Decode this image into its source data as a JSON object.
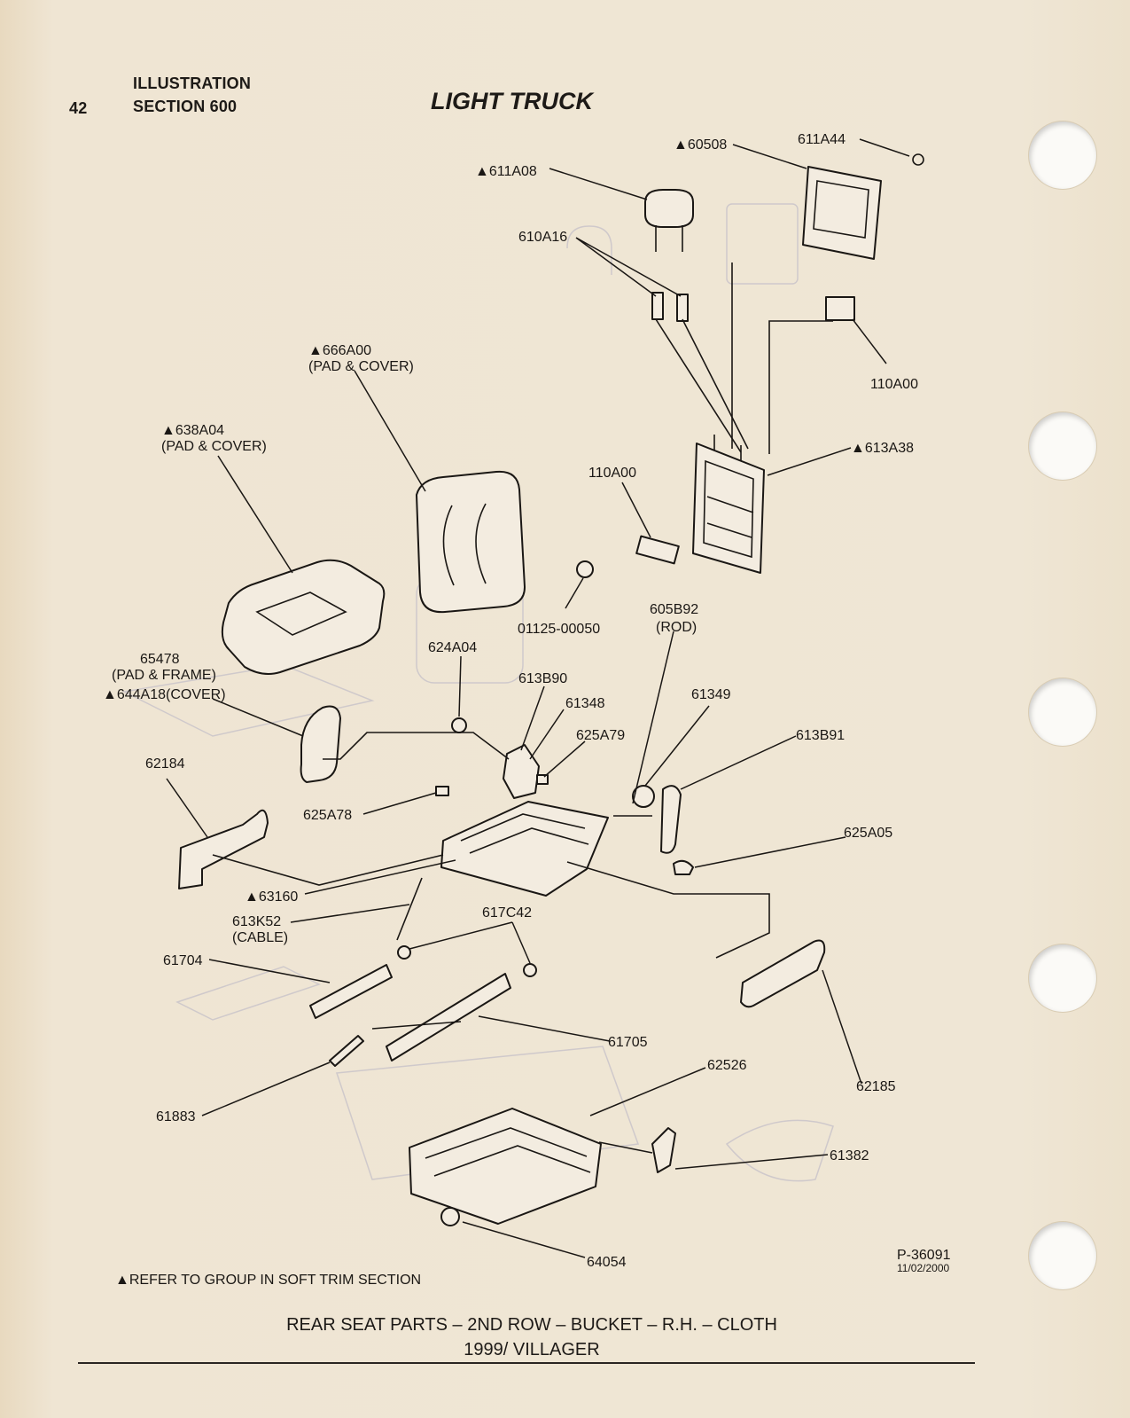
{
  "header": {
    "page_number": "42",
    "label_line1": "ILLUSTRATION",
    "label_line2": "SECTION 600",
    "title": "LIGHT TRUCK"
  },
  "parts": [
    {
      "id": "p60508",
      "label": "▲60508"
    },
    {
      "id": "p611A44",
      "label": "611A44"
    },
    {
      "id": "p611A08",
      "label": "▲611A08"
    },
    {
      "id": "p610A16",
      "label": "610A16"
    },
    {
      "id": "p110A00a",
      "label": "110A00"
    },
    {
      "id": "p666A00",
      "label": "▲666A00"
    },
    {
      "id": "p666A00b",
      "label": "(PAD & COVER)"
    },
    {
      "id": "p638A04",
      "label": "▲638A04"
    },
    {
      "id": "p638A04b",
      "label": "(PAD & COVER)"
    },
    {
      "id": "p613A38",
      "label": "▲613A38"
    },
    {
      "id": "p110A00b",
      "label": "110A00"
    },
    {
      "id": "p01125",
      "label": "01125-00050"
    },
    {
      "id": "p605B92",
      "label": "605B92"
    },
    {
      "id": "p605B92b",
      "label": "(ROD)"
    },
    {
      "id": "p624A04",
      "label": "624A04"
    },
    {
      "id": "p65478",
      "label": "65478"
    },
    {
      "id": "p65478b",
      "label": "(PAD & FRAME)"
    },
    {
      "id": "p644A18",
      "label": "▲644A18(COVER)"
    },
    {
      "id": "p613B90",
      "label": "613B90"
    },
    {
      "id": "p61348",
      "label": "61348"
    },
    {
      "id": "p61349",
      "label": "61349"
    },
    {
      "id": "p625A79",
      "label": "625A79"
    },
    {
      "id": "p613B91",
      "label": "613B91"
    },
    {
      "id": "p62184",
      "label": "62184"
    },
    {
      "id": "p625A78",
      "label": "625A78"
    },
    {
      "id": "p625A05",
      "label": "625A05"
    },
    {
      "id": "p63160",
      "label": "▲63160"
    },
    {
      "id": "p613K52",
      "label": "613K52"
    },
    {
      "id": "p613K52b",
      "label": "(CABLE)"
    },
    {
      "id": "p617C42",
      "label": "617C42"
    },
    {
      "id": "p61704",
      "label": "61704"
    },
    {
      "id": "p61705",
      "label": "61705"
    },
    {
      "id": "p62526",
      "label": "62526"
    },
    {
      "id": "p62185",
      "label": "62185"
    },
    {
      "id": "p61883",
      "label": "61883"
    },
    {
      "id": "p61382",
      "label": "61382"
    },
    {
      "id": "p64054",
      "label": "64054"
    }
  ],
  "drawing_number": "P-36091",
  "drawing_date": "11/02/2000",
  "note": "▲REFER TO GROUP IN SOFT TRIM SECTION",
  "footer": {
    "line1": "REAR SEAT PARTS – 2ND ROW – BUCKET – R.H. – CLOTH",
    "line2": "1999/ VILLAGER"
  }
}
